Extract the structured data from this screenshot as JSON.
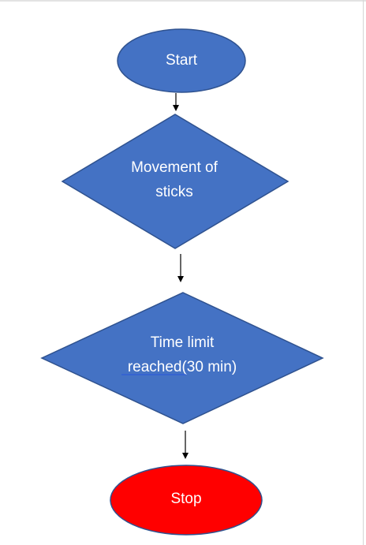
{
  "flowchart": {
    "start_label": "Start",
    "step1_line1": "Movement of",
    "step1_line2": "sticks",
    "step2_line1": "Time limit",
    "step2_line2_link": "reached",
    "step2_line2_rest": "(30 min)",
    "stop_label": "Stop"
  },
  "colors": {
    "shape_fill": "#4472c4",
    "shape_stroke": "#2f528f",
    "stop_fill": "#ff0000",
    "stop_stroke": "#2f528f",
    "link_underline": "#2d5bd6"
  }
}
